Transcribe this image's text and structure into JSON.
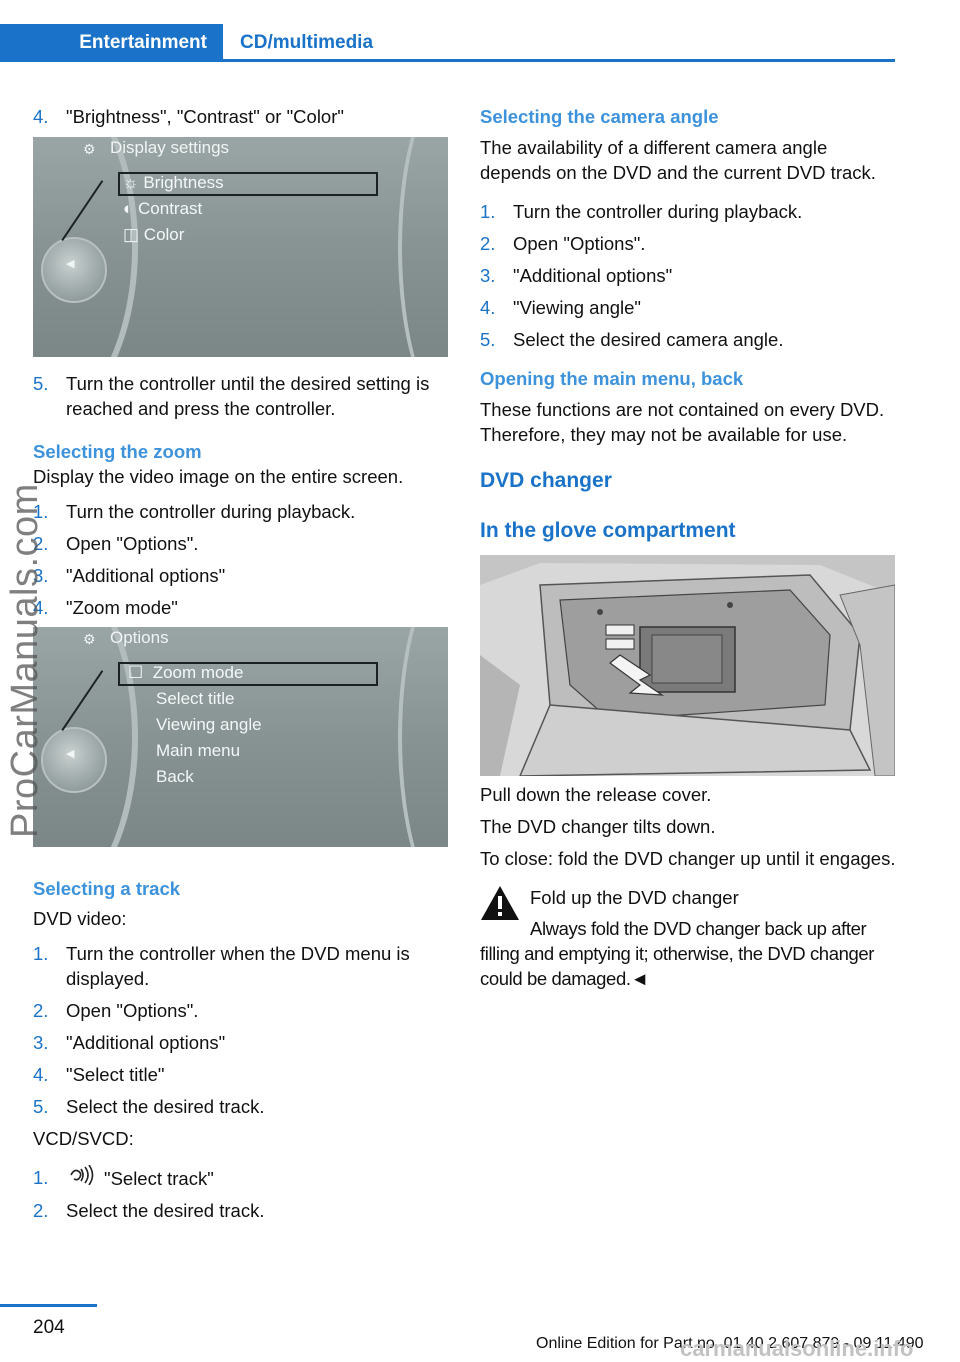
{
  "header": {
    "tab_active": "Entertainment",
    "tab_inactive": "CD/multimedia"
  },
  "left": {
    "step4_num": "4.",
    "step4_text": "\"Brightness\", \"Contrast\" or \"Color\"",
    "screen1": {
      "title": "Display settings",
      "items": [
        "Brightness",
        "Contrast",
        "Color"
      ]
    },
    "step5_num": "5.",
    "step5_text": "Turn the controller until the desired setting is reached and press the controller.",
    "zoom_heading": "Selecting the zoom",
    "zoom_desc": "Display the video image on the entire screen.",
    "zoom_steps": [
      {
        "num": "1.",
        "text": "Turn the controller during playback."
      },
      {
        "num": "2.",
        "text": "Open \"Options\"."
      },
      {
        "num": "3.",
        "text": "\"Additional options\""
      },
      {
        "num": "4.",
        "text": "\"Zoom mode\""
      }
    ],
    "screen2": {
      "title": "Options",
      "items": [
        "Zoom mode",
        "Select title",
        "Viewing angle",
        "Main menu",
        "Back"
      ]
    },
    "track_heading": "Selecting a track",
    "dvd_video_label": "DVD video:",
    "track_steps": [
      {
        "num": "1.",
        "text": "Turn the controller when the DVD menu is displayed."
      },
      {
        "num": "2.",
        "text": "Open \"Options\"."
      },
      {
        "num": "3.",
        "text": "\"Additional options\""
      },
      {
        "num": "4.",
        "text": "\"Select title\""
      },
      {
        "num": "5.",
        "text": "Select the desired track."
      }
    ],
    "vcd_label": "VCD/SVCD:",
    "vcd_steps": [
      {
        "num": "1.",
        "text": "\"Select track\""
      },
      {
        "num": "2.",
        "text": "Select the desired track."
      }
    ]
  },
  "right": {
    "camera_heading": "Selecting the camera angle",
    "camera_desc": "The availability of a different camera angle depends on the DVD and the current DVD track.",
    "camera_steps": [
      {
        "num": "1.",
        "text": "Turn the controller during playback."
      },
      {
        "num": "2.",
        "text": "Open \"Options\"."
      },
      {
        "num": "3.",
        "text": "\"Additional options\""
      },
      {
        "num": "4.",
        "text": "\"Viewing angle\""
      },
      {
        "num": "5.",
        "text": "Select the desired camera angle."
      }
    ],
    "mainmenu_heading": "Opening the main menu, back",
    "mainmenu_desc": "These functions are not contained on every DVD. Therefore, they may not be available for use.",
    "dvd_changer_heading": "DVD changer",
    "glove_heading": "In the glove compartment",
    "pull_down": "Pull down the release cover.",
    "tilts_down": "The DVD changer tilts down.",
    "to_close": "To close: fold the DVD changer up until it engages.",
    "warning_title": "Fold up the DVD changer",
    "warning_text": "Always fold the DVD changer back up after filling and emptying it; otherwise, the DVD changer could be damaged.◄"
  },
  "footer": {
    "page_number": "204",
    "edition": "Online Edition for Part no. 01 40 2 607 879 - 09 11 490"
  },
  "watermarks": {
    "side": "ProCarManuals.com",
    "bottom": "carmanualsonline.info"
  },
  "colors": {
    "accent": "#1a73c8",
    "heading_light": "#3d92dc"
  }
}
